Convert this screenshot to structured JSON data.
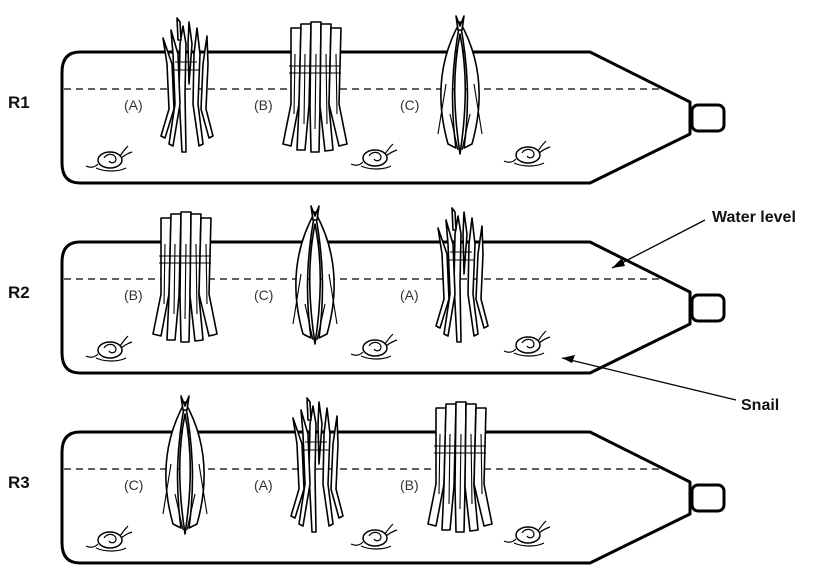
{
  "rows": [
    {
      "label": "R1",
      "plants": [
        "(A)",
        "(B)",
        "(C)"
      ],
      "types": [
        "A",
        "B",
        "C"
      ]
    },
    {
      "label": "R2",
      "plants": [
        "(B)",
        "(C)",
        "(A)"
      ],
      "types": [
        "B",
        "C",
        "A"
      ]
    },
    {
      "label": "R3",
      "plants": [
        "(C)",
        "(A)",
        "(B)"
      ],
      "types": [
        "C",
        "A",
        "B"
      ]
    }
  ],
  "callouts": {
    "water_level": "Water level",
    "snail": "Snail"
  }
}
